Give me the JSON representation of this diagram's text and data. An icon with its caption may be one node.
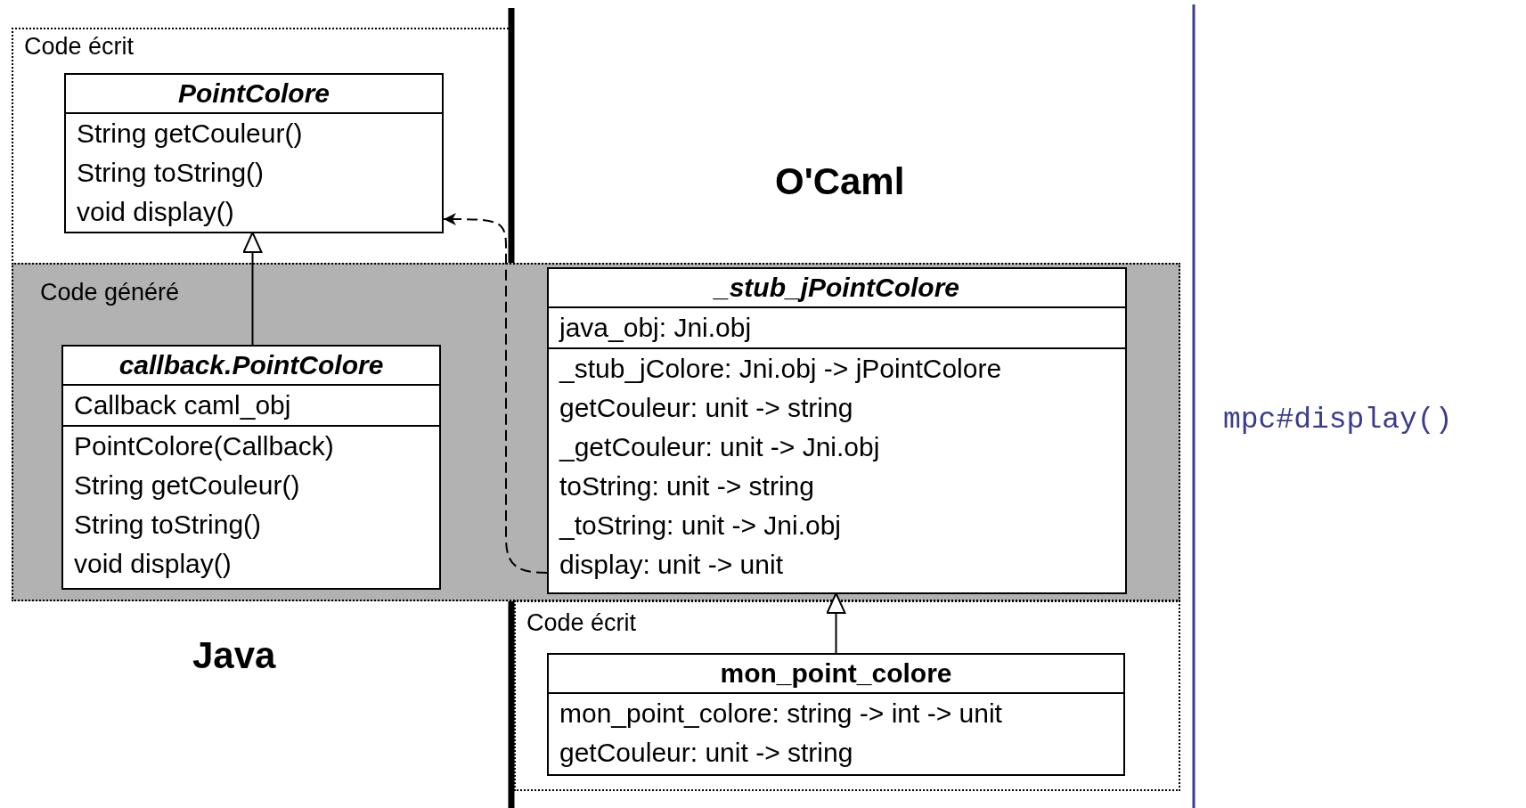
{
  "diagram": {
    "nodes": [
      {
        "text": [
          "Code écrit"
        ]
      },
      {
        "text": [
          "PointColore",
          "String getCouleur()",
          "String toString()",
          "void display()"
        ],
        "in": 0
      },
      {
        "text": [
          "Code généré"
        ]
      },
      {
        "text": [
          "callback.PointColore",
          "Callback caml_obj",
          "PointColore(Callback)",
          "String getCouleur()",
          "String toString()",
          "void display()"
        ],
        "in": 2
      },
      {
        "text": [
          "_stub_jPointColore",
          "java_obj: Jni.obj",
          "_stub_jColore: Jni.obj -> jPointColore",
          "getCouleur: unit -> string",
          "_getCouleur: unit -> Jni.obj",
          "toString: unit -> string",
          "_toString: unit -> Jni.obj",
          "display: unit -> unit"
        ],
        "in": 2
      },
      {
        "text": [
          "Code écrit"
        ]
      },
      {
        "text": [
          "mon_point_colore",
          "mon_point_colore: string -> int -> unit",
          "getCouleur: unit -> string"
        ],
        "in": 5
      }
    ],
    "edges": [
      {
        "from": 3,
        "to": 1,
        "arrow": "to"
      },
      {
        "from": 4,
        "to": 1,
        "arrow": "to",
        "style": "dashed"
      },
      {
        "from": 6,
        "to": 4,
        "arrow": "to"
      }
    ],
    "labels": [
      "O'Caml",
      "Java",
      "mpc#display()"
    ]
  }
}
